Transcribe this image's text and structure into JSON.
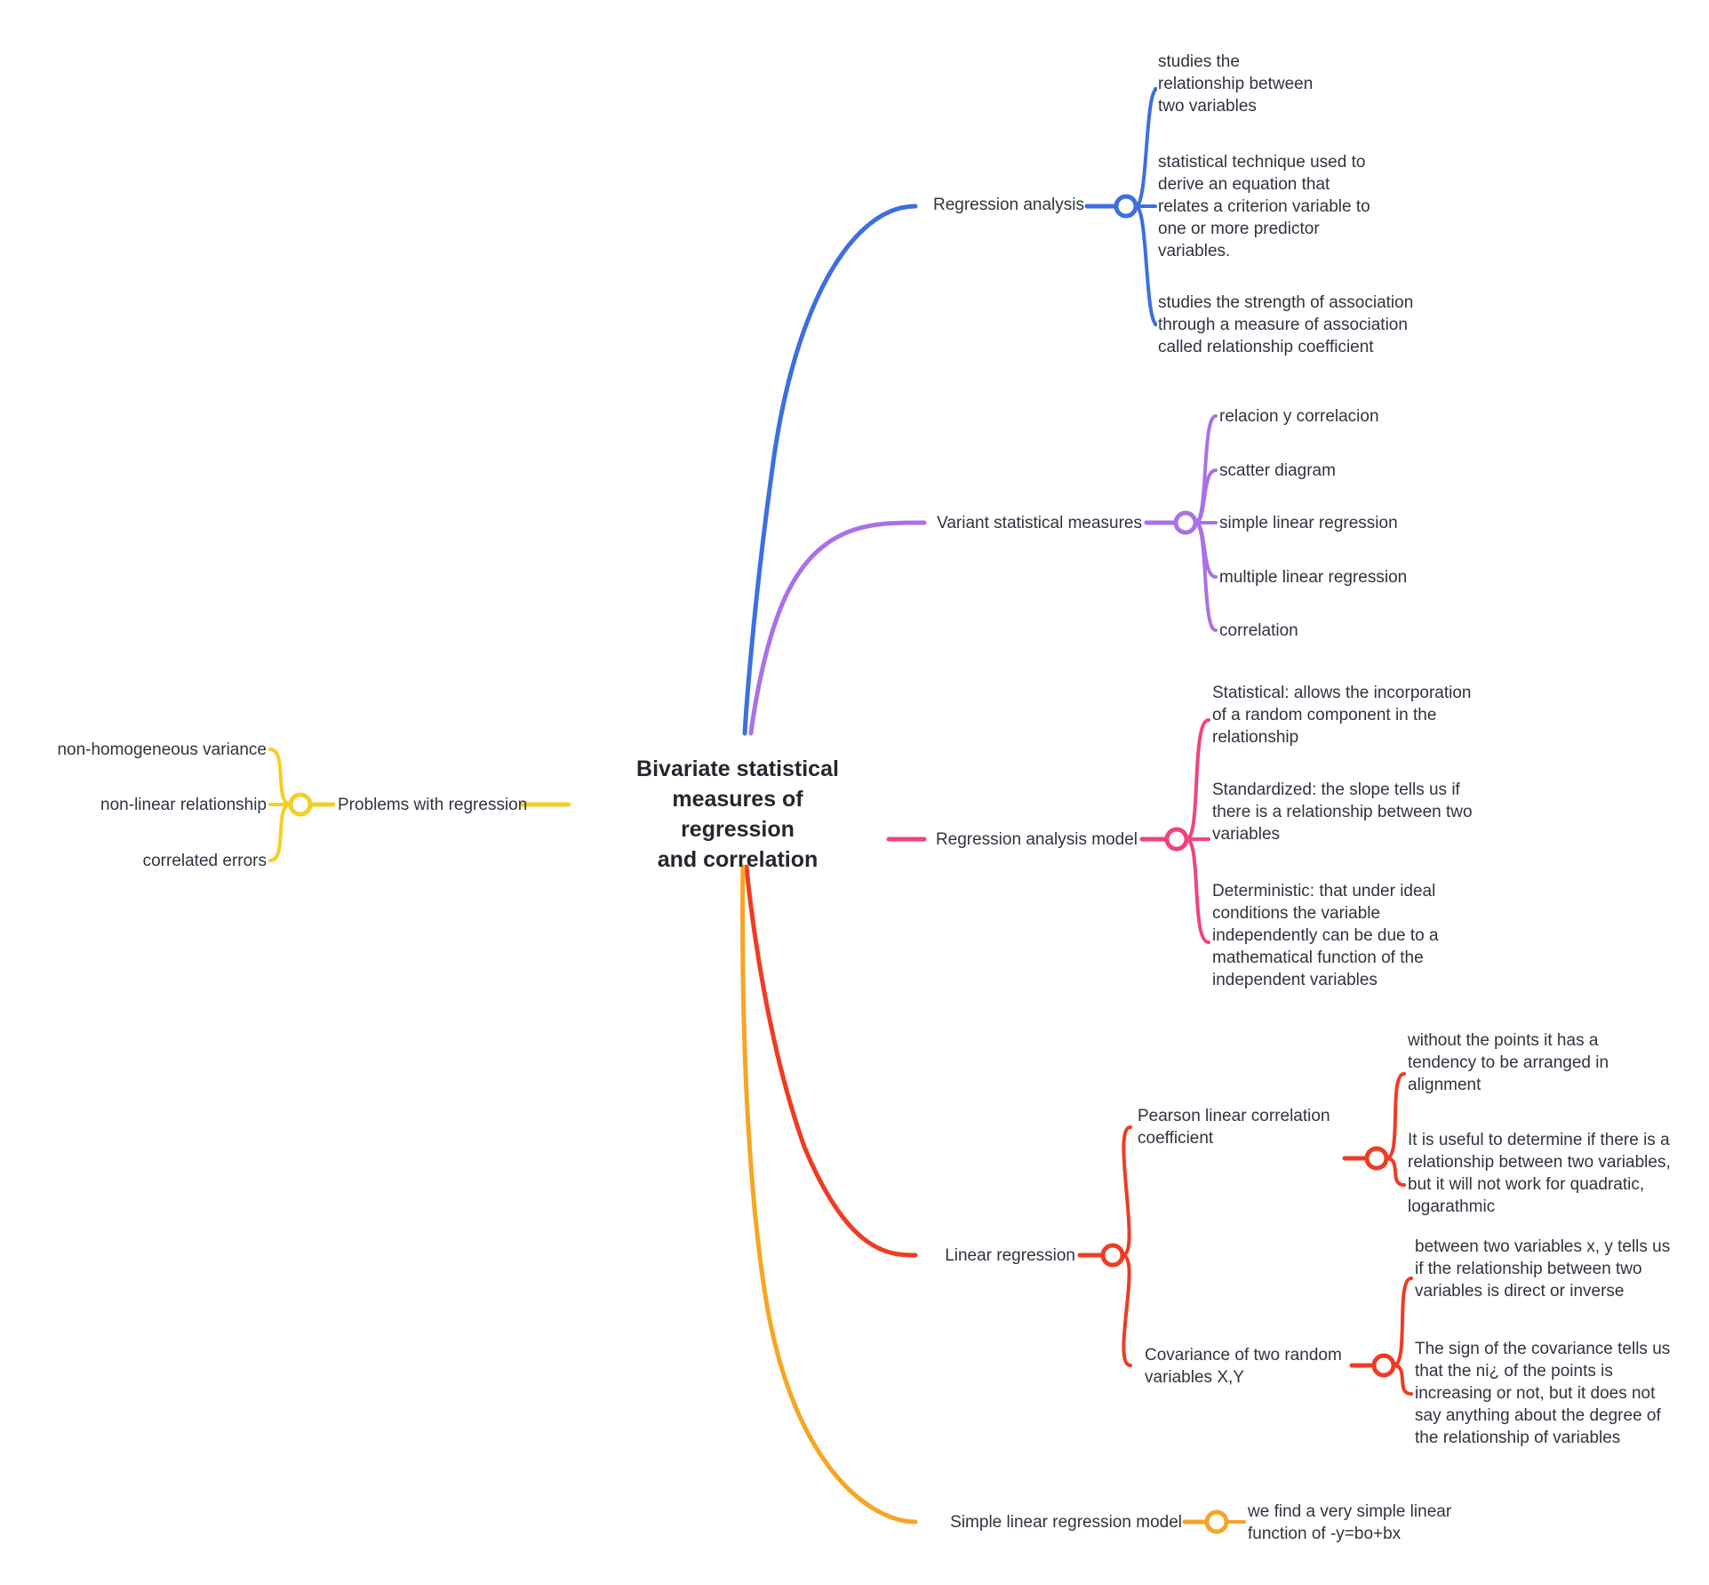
{
  "diagram": {
    "type": "mind-map",
    "root": {
      "label": "Bivariate statistical\nmeasures of regression\nand correlation",
      "color": "#23272f"
    },
    "branches": [
      {
        "id": "regression-analysis",
        "label": "Regression analysis",
        "color": "#3d6fe0",
        "side": "right",
        "children": [
          {
            "label": "studies the\nrelationship between\ntwo variables"
          },
          {
            "label": "statistical technique used to\nderive an equation that\nrelates a criterion variable to\none or more predictor\nvariables."
          },
          {
            "label": "studies the strength of association\nthrough a measure of association\ncalled relationship coefficient"
          }
        ]
      },
      {
        "id": "variant-statistical-measures",
        "label": "Variant statistical measures",
        "color": "#a971e8",
        "side": "right",
        "children": [
          {
            "label": "relacion y correlacion"
          },
          {
            "label": "scatter diagram"
          },
          {
            "label": "simple linear regression"
          },
          {
            "label": "multiple linear regression"
          },
          {
            "label": "correlation"
          }
        ]
      },
      {
        "id": "regression-analysis-model",
        "label": "Regression analysis model",
        "color": "#f0437f",
        "side": "right",
        "children": [
          {
            "label": "Statistical: allows the incorporation\nof a random component in the\nrelationship"
          },
          {
            "label": "Standardized: the slope tells us if\nthere is a relationship between two\nvariables"
          },
          {
            "label": "Deterministic: that under ideal\nconditions the variable\nindependently can be due to a\nmathematical function of the\nindependent variables"
          }
        ]
      },
      {
        "id": "linear-regression",
        "label": "Linear regression",
        "color": "#ef3b24",
        "side": "right",
        "children": [
          {
            "label": "Pearson linear correlation\ncoefficient",
            "children": [
              {
                "label": "without the points it has a\ntendency to be arranged in\nalignment"
              },
              {
                "label": "It is useful to determine if there is a\nrelationship between two variables,\nbut it will not work for quadratic,\nlogarathmic"
              }
            ]
          },
          {
            "label": "Covariance of two random\nvariables X,Y",
            "children": [
              {
                "label": "between two variables x, y tells us\nif the relationship between two\nvariables is direct or inverse"
              },
              {
                "label": "The sign of the covariance tells us\nthat the ni¿ of the points is\nincreasing or not, but it does not\nsay anything about the degree of\nthe relationship of variables"
              }
            ]
          }
        ]
      },
      {
        "id": "simple-linear-regression-model",
        "label": "Simple linear regression model",
        "color": "#f5a623",
        "side": "right",
        "children": [
          {
            "label": "we find a very simple linear\nfunction of -y=bo+bx"
          }
        ]
      },
      {
        "id": "problems-with-regression",
        "label": "Problems with regression",
        "color": "#f4cf29",
        "side": "left",
        "children": [
          {
            "label": "non-homogeneous variance"
          },
          {
            "label": "non-linear relationship"
          },
          {
            "label": "correlated errors"
          }
        ]
      }
    ]
  }
}
